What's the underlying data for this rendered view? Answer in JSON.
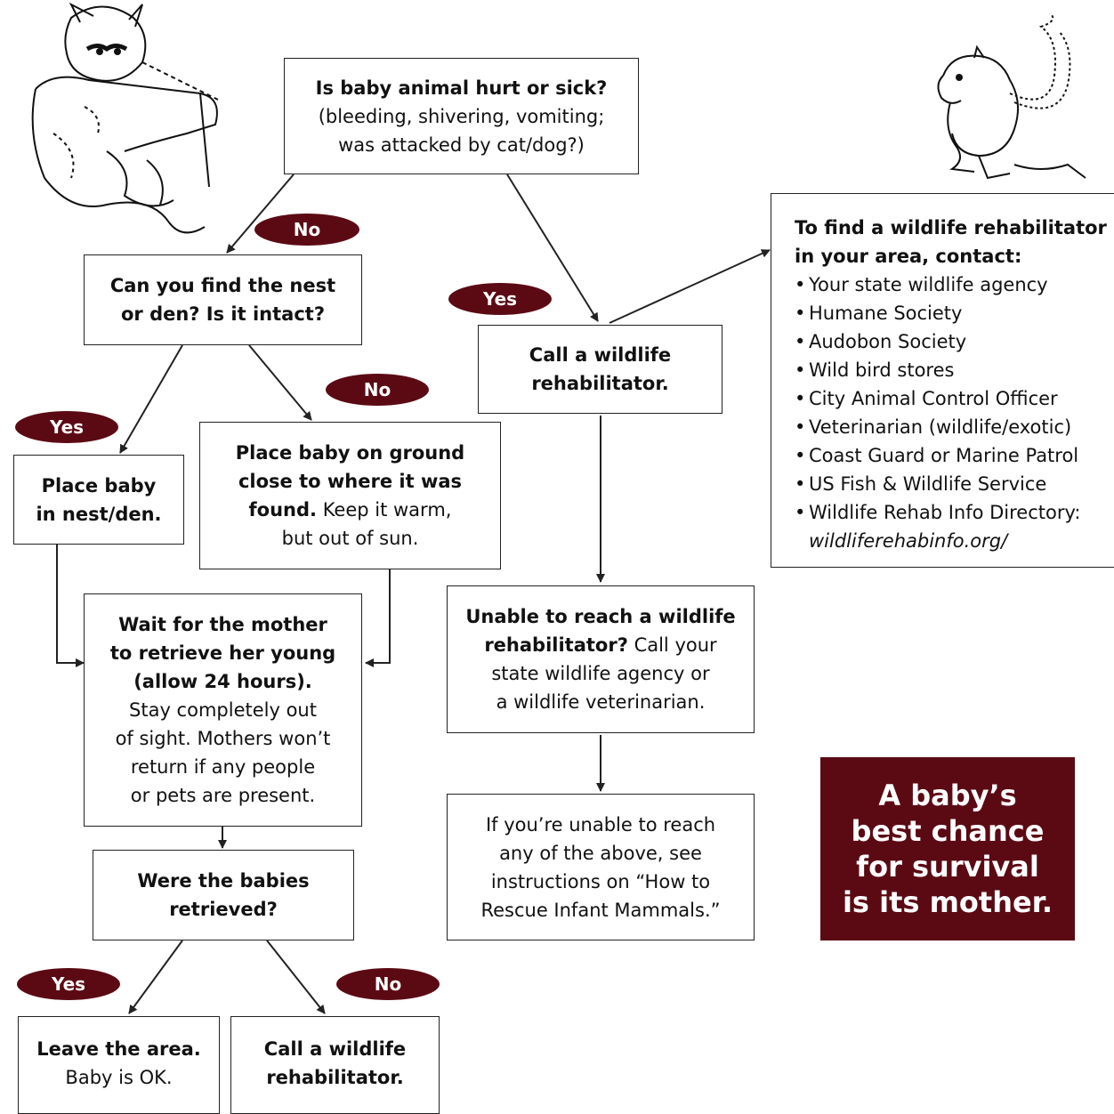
{
  "q_hurt": {
    "title": "Is baby animal hurt or sick?",
    "line1": "(bleeding, shivering, vomiting;",
    "line2": "was attacked by cat/dog?)"
  },
  "q_nest": {
    "line1": "Can you find the nest",
    "line2": "or den? Is it intact?"
  },
  "place_nest": {
    "line1": "Place baby",
    "line2": "in nest/den."
  },
  "place_ground": {
    "line1": "Place baby on ground",
    "line2": "close to where it was",
    "line3_bold": "found.",
    "line3_rest": " Keep it warm,",
    "line4": "but out of sun."
  },
  "wait": {
    "line1": "Wait for the mother",
    "line2": "to retrieve her young",
    "line3": "(allow 24 hours).",
    "line4": "Stay completely out",
    "line5": "of sight. Mothers won’t",
    "line6": "return if any people",
    "line7": "or pets are present."
  },
  "q_retrieved": {
    "line1": "Were the babies",
    "line2": "retrieved?"
  },
  "leave": {
    "line1": "Leave the area.",
    "line2": "Baby is OK."
  },
  "call_bottom": {
    "line1": "Call a wildlife",
    "line2": "rehabilitator."
  },
  "call_rehab": {
    "line1": "Call a wildlife",
    "line2": "rehabilitator."
  },
  "unable": {
    "line1": "Unable to reach a wildlife",
    "line2_bold": "rehabilitator?",
    "line2_rest": " Call your",
    "line3": "state wildlife agency or",
    "line4": "a wildlife veterinarian."
  },
  "see_instructions": {
    "line1": "If you’re unable to reach",
    "line2": "any of the above, see",
    "line3": "instructions on “How to",
    "line4": "Rescue Infant Mammals.”"
  },
  "contacts": {
    "heading1": "To find a wildlife rehabilitator",
    "heading2": "in your area, contact:",
    "items": [
      "Your state wildlife agency",
      "Humane Society",
      "Audobon Society",
      "Wild bird stores",
      "City Animal Control Officer",
      "Veterinarian (wildlife/exotic)",
      "Coast Guard or Marine Patrol",
      "US Fish & Wildlife Service",
      "Wildlife Rehab Info Directory:"
    ],
    "url": "wildliferehabinfo.org/"
  },
  "callout": {
    "line1": "A baby’s",
    "line2": "best chance",
    "line3": "for survival",
    "line4": "is its mother."
  },
  "labels": {
    "no_top": "No",
    "yes_top": "Yes",
    "yes_nest": "Yes",
    "no_nest": "No",
    "yes_bottom": "Yes",
    "no_bottom": "No"
  },
  "colors": {
    "accent": "#5b0a14",
    "line": "#222222"
  },
  "illustrations": [
    "raccoon-illustration",
    "squirrel-illustration"
  ]
}
